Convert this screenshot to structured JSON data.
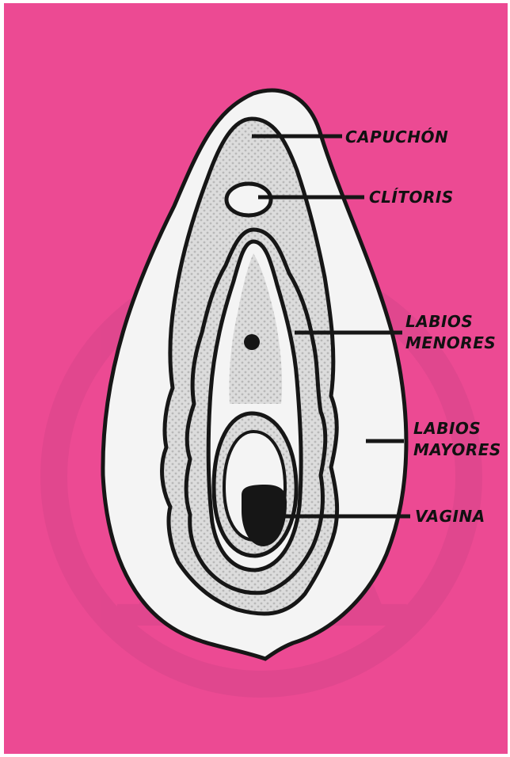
{
  "colors": {
    "background": "#ec4a93",
    "watermark": "#d8468a",
    "outline": "#161616",
    "fill_light": "#f4f4f4",
    "fill_dotted": "#dcdcdc",
    "dots": "#b8b8b8",
    "label_text": "#111111"
  },
  "watermark": {
    "letter": "A"
  },
  "labels": {
    "capuchon": "CAPUCHÓN",
    "clitoris": "CLÍTORIS",
    "labios_menores_1": "LABIOS",
    "labios_menores_2": "MENORES",
    "labios_mayores_1": "LABIOS",
    "labios_mayores_2": "MAYORES",
    "vagina": "VAGINA"
  }
}
